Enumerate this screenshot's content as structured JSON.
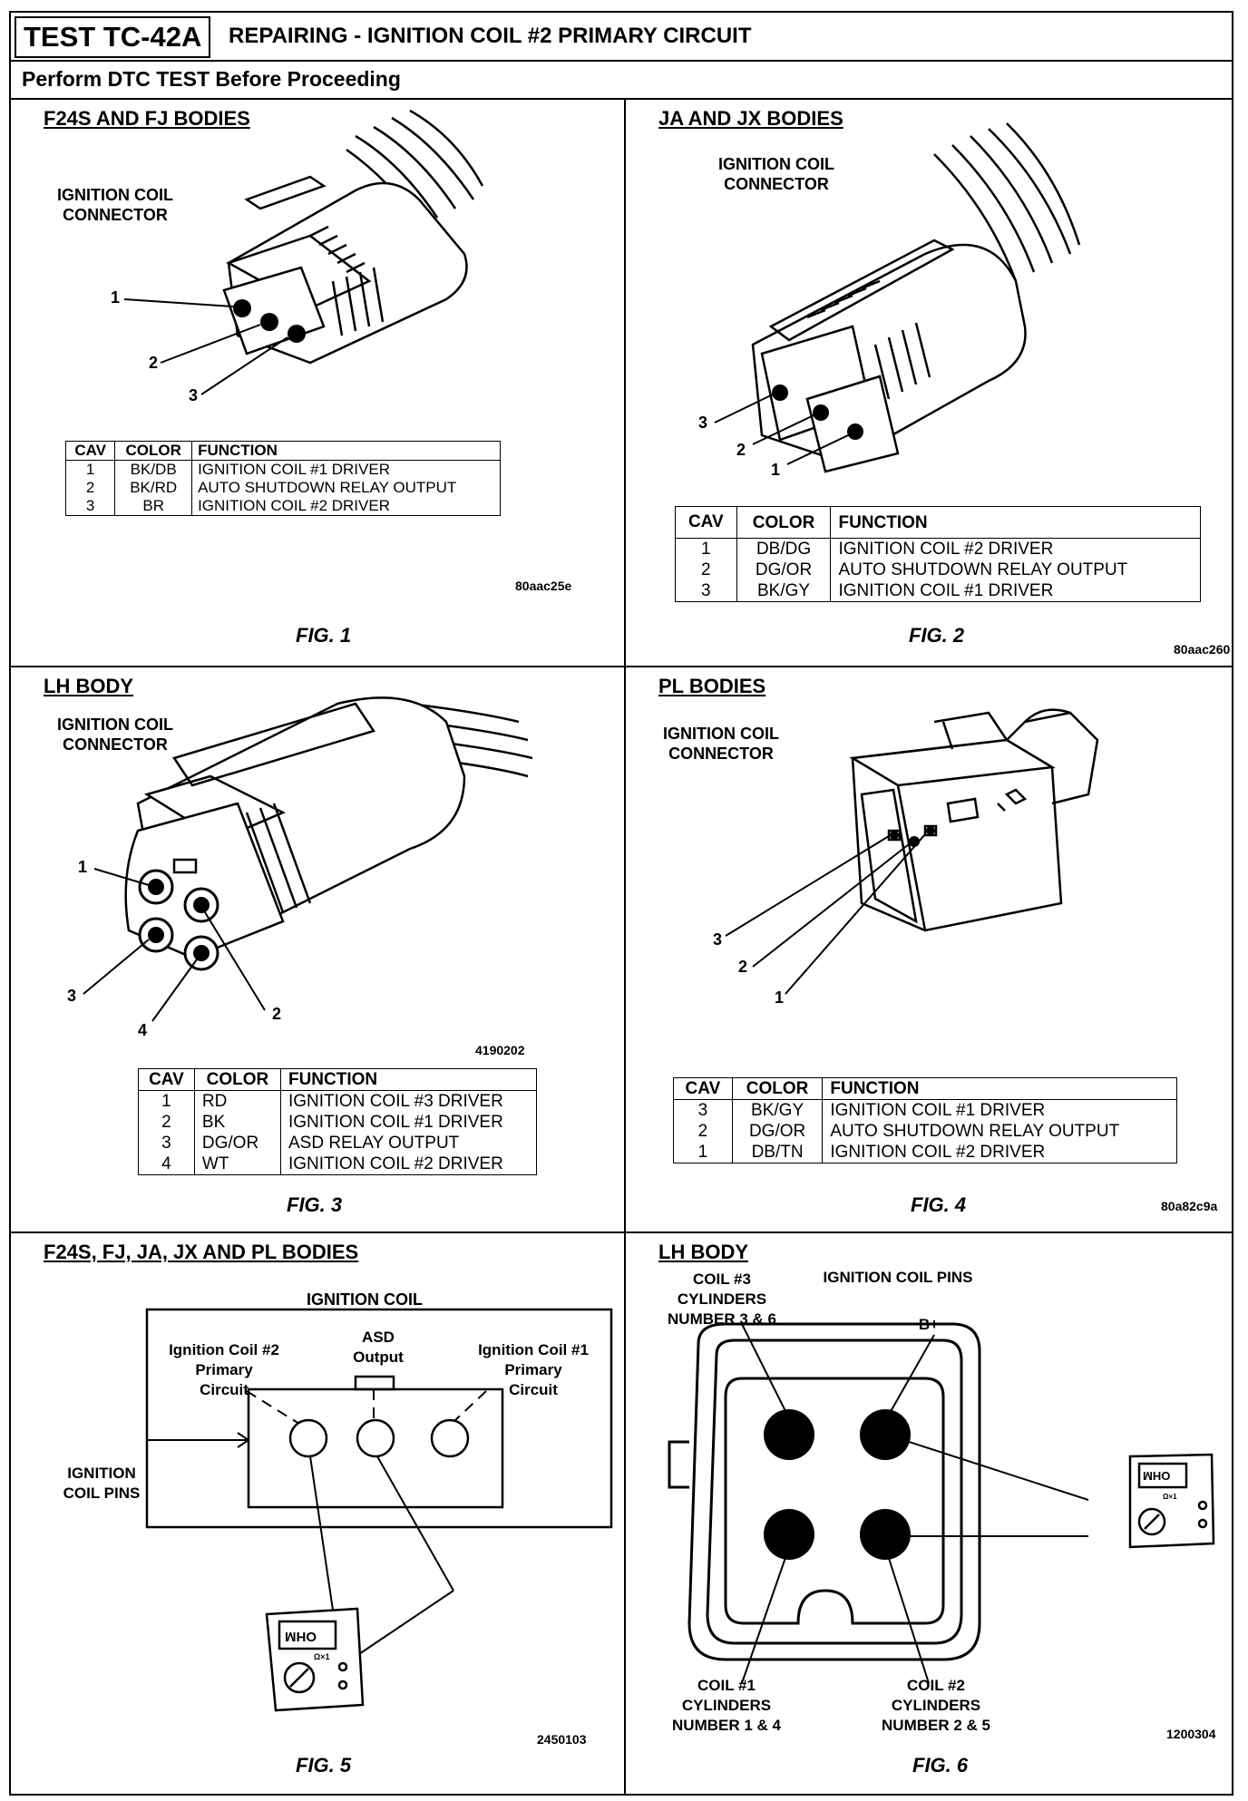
{
  "header": {
    "test_id": "TEST TC-42A",
    "title": "REPAIRING - IGNITION COIL #2 PRIMARY CIRCUIT",
    "subtitle": "Perform DTC TEST Before Proceeding"
  },
  "fig1": {
    "panel_title": "F24S AND FJ BODIES",
    "connector_label": "IGNITION COIL\nCONNECTOR",
    "pin_numbers": [
      "1",
      "2",
      "3"
    ],
    "table": {
      "headers": [
        "CAV",
        "COLOR",
        "FUNCTION"
      ],
      "rows": [
        {
          "cav": "1",
          "color": "BK/DB",
          "function": "IGNITION COIL #1 DRIVER"
        },
        {
          "cav": "2",
          "color": "BK/RD",
          "function": "AUTO SHUTDOWN RELAY OUTPUT"
        },
        {
          "cav": "3",
          "color": "BR",
          "function": "IGNITION COIL #2 DRIVER"
        }
      ]
    },
    "code": "80aac25e",
    "caption": "FIG. 1"
  },
  "fig2": {
    "panel_title": "JA AND JX BODIES",
    "connector_label": "IGNITION COIL\nCONNECTOR",
    "pin_numbers": [
      "3",
      "2",
      "1"
    ],
    "table": {
      "headers": [
        "CAV",
        "COLOR",
        "FUNCTION"
      ],
      "rows": [
        {
          "cav": "1",
          "color": "DB/DG",
          "function": "IGNITION COIL #2 DRIVER"
        },
        {
          "cav": "2",
          "color": "DG/OR",
          "function": "AUTO SHUTDOWN RELAY OUTPUT"
        },
        {
          "cav": "3",
          "color": "BK/GY",
          "function": "IGNITION COIL #1 DRIVER"
        }
      ]
    },
    "code": "80aac260",
    "caption": "FIG. 2"
  },
  "fig3": {
    "panel_title": "LH BODY",
    "connector_label": "IGNITION COIL\nCONNECTOR",
    "pin_numbers": [
      "1",
      "2",
      "3",
      "4"
    ],
    "table": {
      "headers": [
        "CAV",
        "COLOR",
        "FUNCTION"
      ],
      "rows": [
        {
          "cav": "1",
          "color": "RD",
          "function": "IGNITION COIL #3 DRIVER"
        },
        {
          "cav": "2",
          "color": "BK",
          "function": "IGNITION COIL #1 DRIVER"
        },
        {
          "cav": "3",
          "color": "DG/OR",
          "function": "ASD RELAY OUTPUT"
        },
        {
          "cav": "4",
          "color": "WT",
          "function": "IGNITION COIL #2 DRIVER"
        }
      ]
    },
    "code": "4190202",
    "caption": "FIG. 3"
  },
  "fig4": {
    "panel_title": "PL BODIES",
    "connector_label": "IGNITION COIL\nCONNECTOR",
    "pin_numbers": [
      "3",
      "2",
      "1"
    ],
    "table": {
      "headers": [
        "CAV",
        "COLOR",
        "FUNCTION"
      ],
      "rows": [
        {
          "cav": "3",
          "color": "BK/GY",
          "function": "IGNITION COIL #1 DRIVER"
        },
        {
          "cav": "2",
          "color": "DG/OR",
          "function": "AUTO SHUTDOWN RELAY OUTPUT"
        },
        {
          "cav": "1",
          "color": "DB/TN",
          "function": "IGNITION COIL #2 DRIVER"
        }
      ]
    },
    "code": "80a82c9a",
    "caption": "FIG. 4"
  },
  "fig5": {
    "panel_title": "F24S, FJ, JA, JX AND PL BODIES",
    "coil_label": "IGNITION COIL",
    "coil2_label": "Ignition Coil #2\nPrimary\nCircuit",
    "asd_label": "ASD\nOutput",
    "coil1_label": "Ignition Coil #1\nPrimary\nCircuit",
    "pins_label": "IGNITION\nCOIL PINS",
    "meter_display": "OHM",
    "meter_range": "Ω×1",
    "code": "2450103",
    "caption": "FIG. 5"
  },
  "fig6": {
    "panel_title": "LH BODY",
    "pins_label": "IGNITION COIL PINS",
    "coil3_label": "COIL #3\nCYLINDERS\nNUMBER 3 & 6",
    "bplus_label": "B+",
    "coil1_label": "COIL #1\nCYLINDERS\nNUMBER 1 & 4",
    "coil2_label": "COIL #2\nCYLINDERS\nNUMBER 2 & 5",
    "meter_display": "OHM",
    "meter_range": "Ω×1",
    "code": "1200304",
    "caption": "FIG. 6"
  }
}
